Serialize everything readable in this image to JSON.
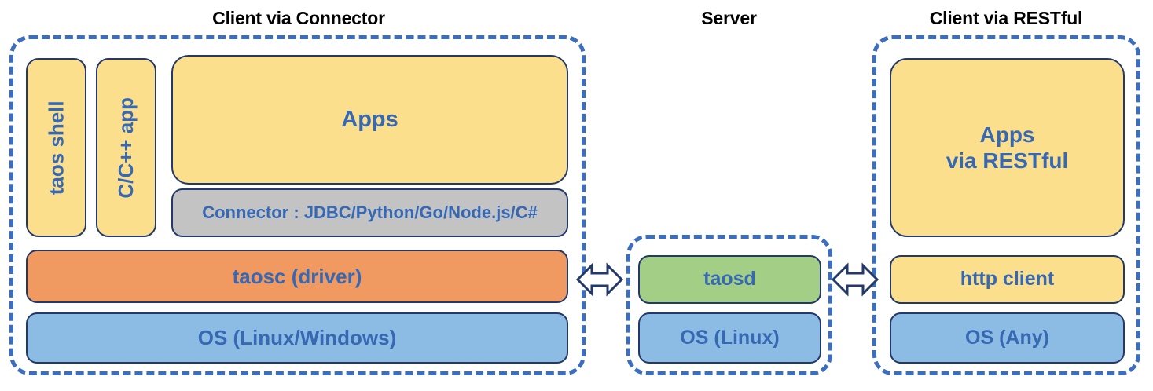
{
  "diagram": {
    "title_connector": "Client via Connector",
    "title_server": "Server",
    "title_restful": "Client via RESTful",
    "colors": {
      "dashed_border": "#3C6EC0",
      "box_border": "#23396B",
      "text_blue": "#3668B4",
      "yellow": "#FBDF8D",
      "blue": "#8CBCE3",
      "orange": "#F09A61",
      "green": "#A2CE85",
      "gray": "#C3C3C3",
      "title_black": "#000000"
    },
    "panels": {
      "client_connector": {
        "label": "Client via Connector",
        "boxes": {
          "taos_shell": "taos shell",
          "cpp_app": "C/C++ app",
          "apps": "Apps",
          "connector": "Connector : JDBC/Python/Go/Node.js/C#",
          "taosc": "taosc (driver)",
          "os": "OS (Linux/Windows)"
        }
      },
      "server": {
        "label": "Server",
        "boxes": {
          "taosd": "taosd",
          "os": "OS (Linux)"
        }
      },
      "client_restful": {
        "label": "Client via RESTful",
        "boxes": {
          "apps_line1": "Apps",
          "apps_line2": "via RESTful",
          "http_client": "http client",
          "os": "OS (Any)"
        }
      }
    },
    "connectors": {
      "left_arrow": "double-headed-arrow",
      "right_arrow": "double-headed-arrow"
    }
  }
}
